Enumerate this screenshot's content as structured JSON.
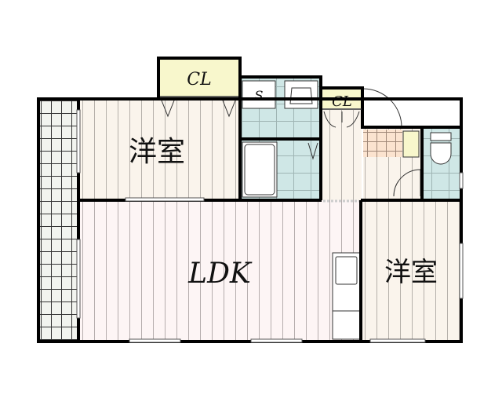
{
  "labels": {
    "closet_top": "CL",
    "storage": "S",
    "closet_hall": "CL",
    "western_room_top": "洋室",
    "ldk": "LDK",
    "western_room_right": "洋室"
  },
  "colors": {
    "wall": "#000000",
    "western_floor": "#faf4ec",
    "ldk_floor": "#fdf5f5",
    "closet": "#f8f7cc",
    "wet_area": "#cfe7e6",
    "genkan": "#fbe3cf",
    "balcony": "#f2f4ef"
  }
}
